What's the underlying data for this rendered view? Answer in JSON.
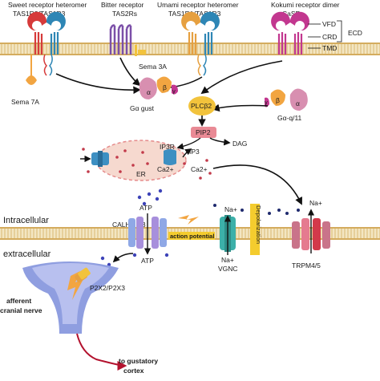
{
  "receptors": {
    "sweet": {
      "title": "Sweet receptor heteromer",
      "subunits": "TAS1R2/TAS1R3"
    },
    "bitter": {
      "title": "Bitter receptor",
      "subunits": "TAS2Rs"
    },
    "umami": {
      "title": "Umami receptor heteromer",
      "subunits": "TAS1R1/TAS1R3"
    },
    "kokumi": {
      "title": "Kokumi receptor dimer",
      "subunits": "CaSR"
    }
  },
  "casr_domains": {
    "vfd": "VFD",
    "crd": "CRD",
    "tmd": "TMD",
    "ecd": "ECD"
  },
  "labels": {
    "sema3a": "Sema 3A",
    "sema7a": "Sema 7A",
    "ggust": "Gα gust",
    "gq": "Gα-q/11",
    "alpha": "α",
    "beta": "β",
    "gamma": "γ",
    "plcb2": "PLCβ2",
    "pip2": "PIP2",
    "ip3": "IP3",
    "dag": "DAG",
    "ip3r": "IP3R",
    "er": "ER",
    "ca": "Ca2+",
    "intracellular": "Intracellular",
    "extracellular": "extracellular",
    "calhm": "CALHM1/3",
    "atp": "ATP",
    "action_potential": "action potential",
    "na": "Na+",
    "vgnc": "VGNC",
    "depolarization": "Depolarization",
    "trpm": "TRPM4/5",
    "p2x": "P2X2/P2X3",
    "nerve": [
      "afferent",
      "cranial nerve"
    ],
    "cortex": [
      "to gustatory",
      "cortex"
    ]
  },
  "colors": {
    "membrane": "#e3c98a",
    "receptor_red": "#d63a3a",
    "receptor_blue": "#2e86b5",
    "receptor_purple": "#7b4fa8",
    "receptor_magenta": "#c2378f",
    "gprotein_pink": "#d88fb0",
    "gprotein_orange": "#f2a541",
    "plc_yellow": "#f2c33c",
    "pip_pink": "#e98a95",
    "er_fill": "#f6d9cf",
    "channel_blue": "#3d8fc2",
    "channel_teal": "#3cb0a9",
    "trpm_pink": "#e57a8f",
    "nerve_blue": "#8f9ee0",
    "arrow_red": "#b3122e",
    "label_box": "#f4cc2e"
  }
}
